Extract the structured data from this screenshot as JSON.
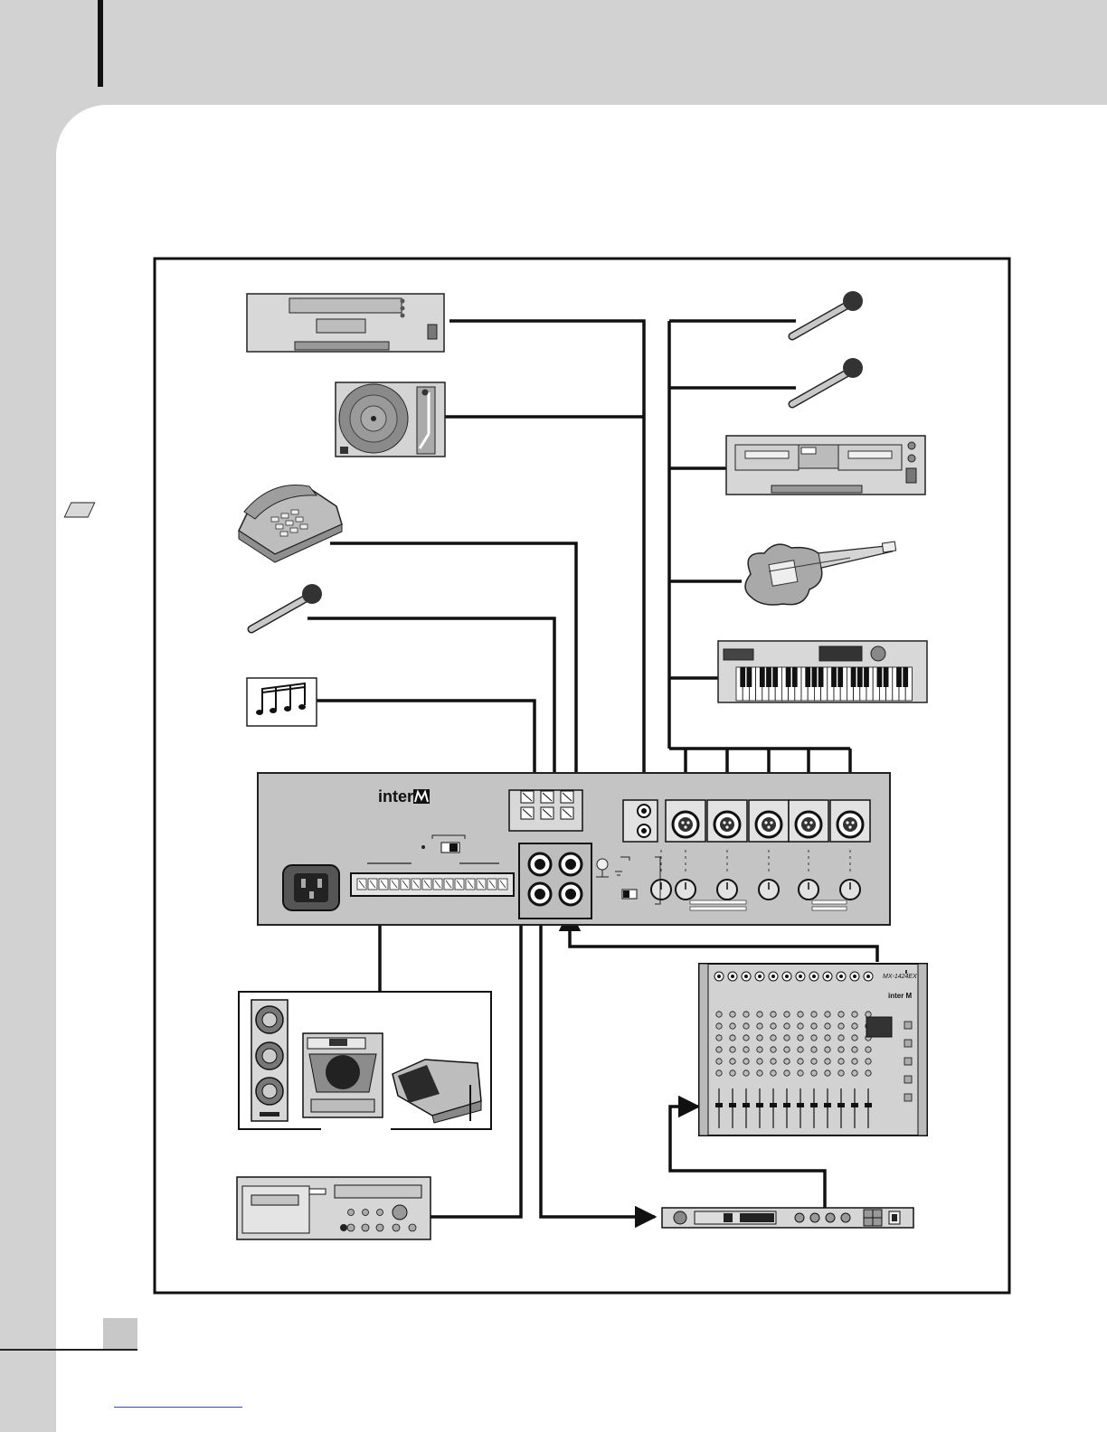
{
  "brand": {
    "logo": "inter-M logo"
  },
  "devices": {
    "cd_player": {
      "icon": "cd-player-icon"
    },
    "turntable": {
      "icon": "turntable-icon"
    },
    "telephone": {
      "icon": "telephone-icon"
    },
    "microphone_left": {
      "icon": "microphone-icon"
    },
    "chime": {
      "icon": "music-notes-icon"
    },
    "microphone_top_1": {
      "icon": "microphone-icon"
    },
    "microphone_top_2": {
      "icon": "microphone-icon"
    },
    "cassette_deck": {
      "icon": "double-cassette-deck-icon"
    },
    "guitar": {
      "icon": "electric-guitar-icon"
    },
    "keyboard": {
      "icon": "synthesizer-keyboard-icon"
    },
    "amplifier": {
      "icon": "mixer-amplifier-rear-panel-icon"
    },
    "speakers": {
      "icon": "speaker-group-icon"
    },
    "mixer": {
      "icon": "mixing-console-icon",
      "model_text": "MX-1424EX",
      "brand_text": "inter M"
    },
    "recorder": {
      "icon": "cassette-recorder-icon"
    },
    "processor": {
      "icon": "rack-signal-processor-icon"
    }
  },
  "colors": {
    "header_gray": "#d2d2d2",
    "device_gray": "#cfcfcf",
    "panel_gray": "#c4c4c4",
    "line": "#111111"
  }
}
